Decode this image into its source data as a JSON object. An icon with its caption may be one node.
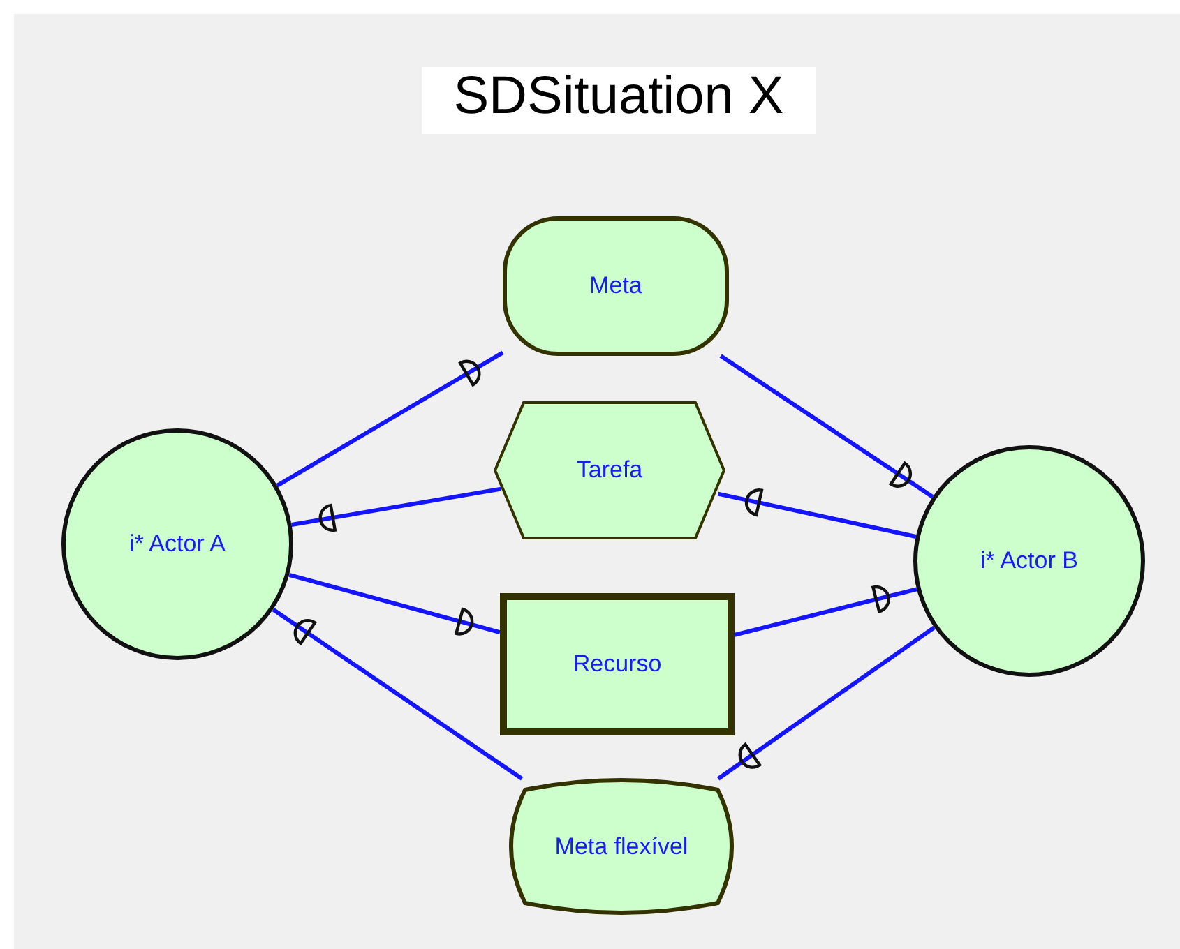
{
  "diagram": {
    "title": "SDSituation X",
    "nodes": [
      {
        "text": [
          "i* Actor A"
        ]
      },
      {
        "text": [
          "Meta"
        ]
      },
      {
        "text": [
          "Tarefa"
        ]
      },
      {
        "text": [
          "Recurso"
        ]
      },
      {
        "text": [
          "Meta flexível"
        ]
      },
      {
        "text": [
          "i* Actor B"
        ]
      }
    ],
    "edges": [
      {
        "from": 0,
        "to": 1,
        "arrow": "other"
      },
      {
        "from": 1,
        "to": 5,
        "arrow": "other"
      },
      {
        "from": 5,
        "to": 2,
        "arrow": "other"
      },
      {
        "from": 2,
        "to": 0,
        "arrow": "other"
      },
      {
        "from": 0,
        "to": 3,
        "arrow": "other"
      },
      {
        "from": 3,
        "to": 5,
        "arrow": "other"
      },
      {
        "from": 5,
        "to": 4,
        "arrow": "other"
      },
      {
        "from": 4,
        "to": 0,
        "arrow": "other"
      }
    ]
  }
}
